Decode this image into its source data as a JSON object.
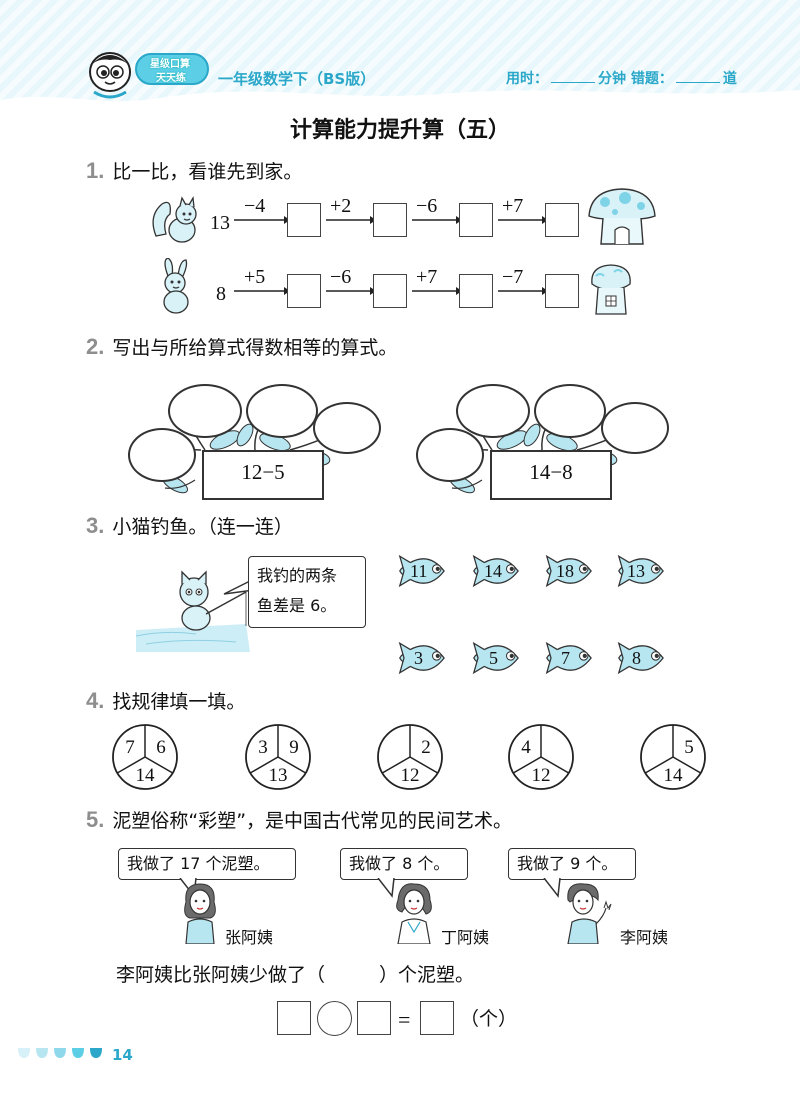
{
  "header": {
    "logo_line1": "星级口算",
    "logo_line2": "天天练",
    "book_title": "一年级数学下（BS版）",
    "time_label": "用时：",
    "minutes_label": "分钟",
    "errors_label": "错题：",
    "questions_label": "道"
  },
  "title": "计算能力提升算（五）",
  "q1": {
    "num": "1.",
    "text": "比一比，看谁先到家。",
    "row1_start": "13",
    "row1_ops": [
      "−4",
      "+2",
      "−6",
      "+7"
    ],
    "row2_start": "8",
    "row2_ops": [
      "+5",
      "−6",
      "+7",
      "−7"
    ]
  },
  "q2": {
    "num": "2.",
    "text": "写出与所给算式得数相等的算式。",
    "pot1": "12−5",
    "pot2": "14−8"
  },
  "q3": {
    "num": "3.",
    "text": "小猫钓鱼。（连一连）",
    "speech_line1": "我钓的两条",
    "speech_line2": "鱼差是 6。",
    "fish_row1": [
      "11",
      "14",
      "18",
      "13"
    ],
    "fish_row2": [
      "3",
      "5",
      "7",
      "8"
    ]
  },
  "q4": {
    "num": "4.",
    "text": "找规律填一填。",
    "wheels": [
      {
        "tl": "7",
        "tr": "6",
        "b": "14"
      },
      {
        "tl": "3",
        "tr": "9",
        "b": "13"
      },
      {
        "tl": "",
        "tr": "2",
        "b": "12"
      },
      {
        "tl": "4",
        "tr": "",
        "b": "12"
      },
      {
        "tl": "",
        "tr": "5",
        "b": "14"
      }
    ]
  },
  "q5": {
    "num": "5.",
    "text": "泥塑俗称“彩塑”，是中国古代常见的民间艺术。",
    "bubble1": "我做了 17 个泥塑。",
    "bubble2": "我做了 8 个。",
    "bubble3": "我做了 9 个。",
    "name1": "张阿姨",
    "name2": "丁阿姨",
    "name3": "李阿姨",
    "sentence_a": "李阿姨比张阿姨少做了（",
    "sentence_b": "）个泥塑。",
    "equals": "=",
    "unit": "（个）"
  },
  "page_number": "14",
  "colors": {
    "accent": "#2aa7c9",
    "question_number": "#8e8e8e",
    "header_bg": "#e8f7fb"
  }
}
